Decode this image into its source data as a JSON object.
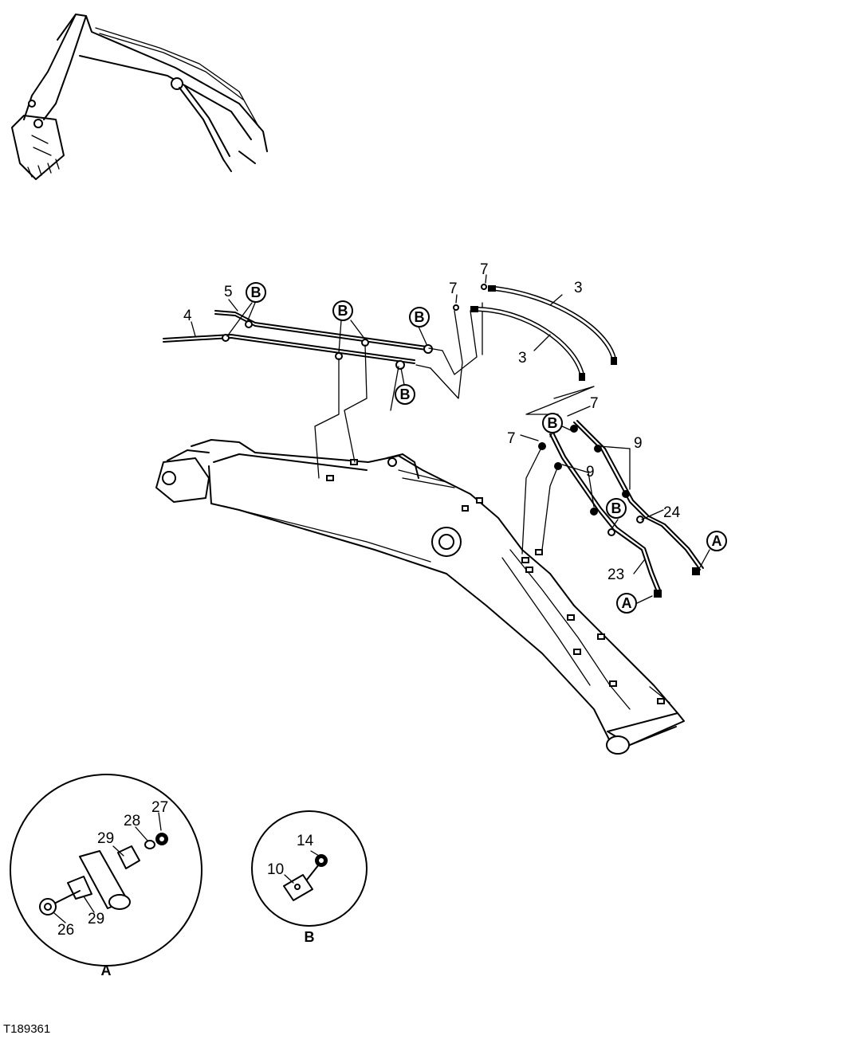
{
  "figure_id": "T189361",
  "part_numbers": {
    "p3a": "3",
    "p3b": "3",
    "p4": "4",
    "p5": "5",
    "p7a": "7",
    "p7b": "7",
    "p7c": "7",
    "p7d": "7",
    "p9a": "9",
    "p9b": "9",
    "p23": "23",
    "p24": "24",
    "p26": "26",
    "p27": "27",
    "p28": "28",
    "p29a": "29",
    "p29b": "29",
    "p10": "10",
    "p14": "14"
  },
  "clamp_callouts": [
    "B",
    "B",
    "B",
    "B",
    "B",
    "B"
  ],
  "connector_callouts": [
    "A",
    "A"
  ],
  "details": {
    "detail_a_label": "A",
    "detail_b_label": "B"
  },
  "colors": {
    "ink": "#000000",
    "paper": "#ffffff"
  }
}
